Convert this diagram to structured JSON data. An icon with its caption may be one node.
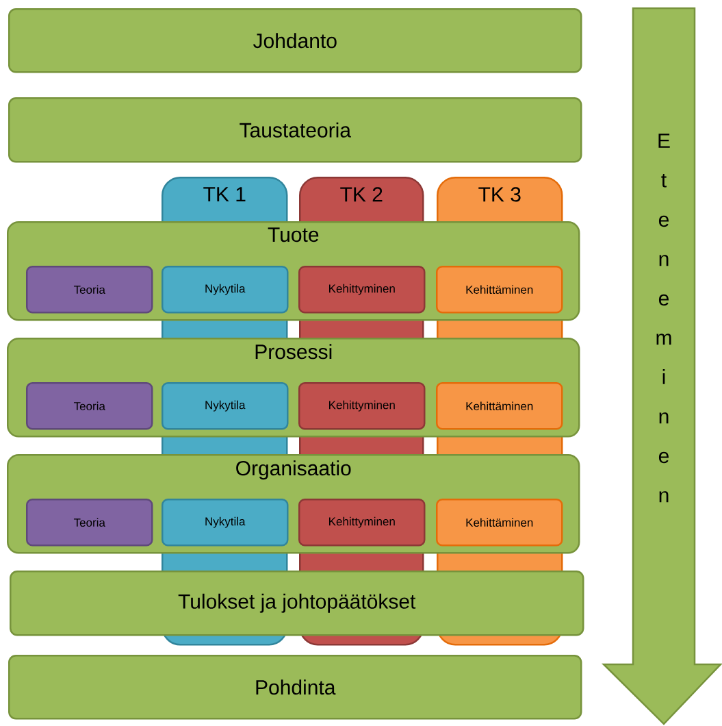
{
  "diagram": {
    "nodes": [
      {
        "text": [
          "Johdanto"
        ]
      },
      {
        "text": [
          "Taustateoria"
        ]
      },
      {
        "text": [
          "TK 1"
        ]
      },
      {
        "text": [
          "TK 2"
        ]
      },
      {
        "text": [
          "TK 3"
        ]
      },
      {
        "text": [
          "Tuote"
        ]
      },
      {
        "text": [
          "Teoria"
        ],
        "in": 5
      },
      {
        "text": [
          "Nykytila"
        ]
      },
      {
        "text": [
          "Kehittyminen"
        ]
      },
      {
        "text": [
          "Kehittäminen"
        ]
      },
      {
        "text": [
          "Prosessi"
        ]
      },
      {
        "text": [
          "Teoria"
        ],
        "in": 10
      },
      {
        "text": [
          "Nykytila"
        ]
      },
      {
        "text": [
          "Kehittyminen"
        ]
      },
      {
        "text": [
          "Kehittäminen"
        ]
      },
      {
        "text": [
          "Organisaatio"
        ]
      },
      {
        "text": [
          "Teoria"
        ],
        "in": 15
      },
      {
        "text": [
          "Nykytila"
        ]
      },
      {
        "text": [
          "Kehittyminen"
        ]
      },
      {
        "text": [
          "Kehittäminen"
        ]
      },
      {
        "text": [
          "Tulokset ja johtopäätökset"
        ]
      },
      {
        "text": [
          "Pohdinta"
        ]
      },
      {
        "text": [
          "Eteneminen"
        ]
      }
    ]
  }
}
